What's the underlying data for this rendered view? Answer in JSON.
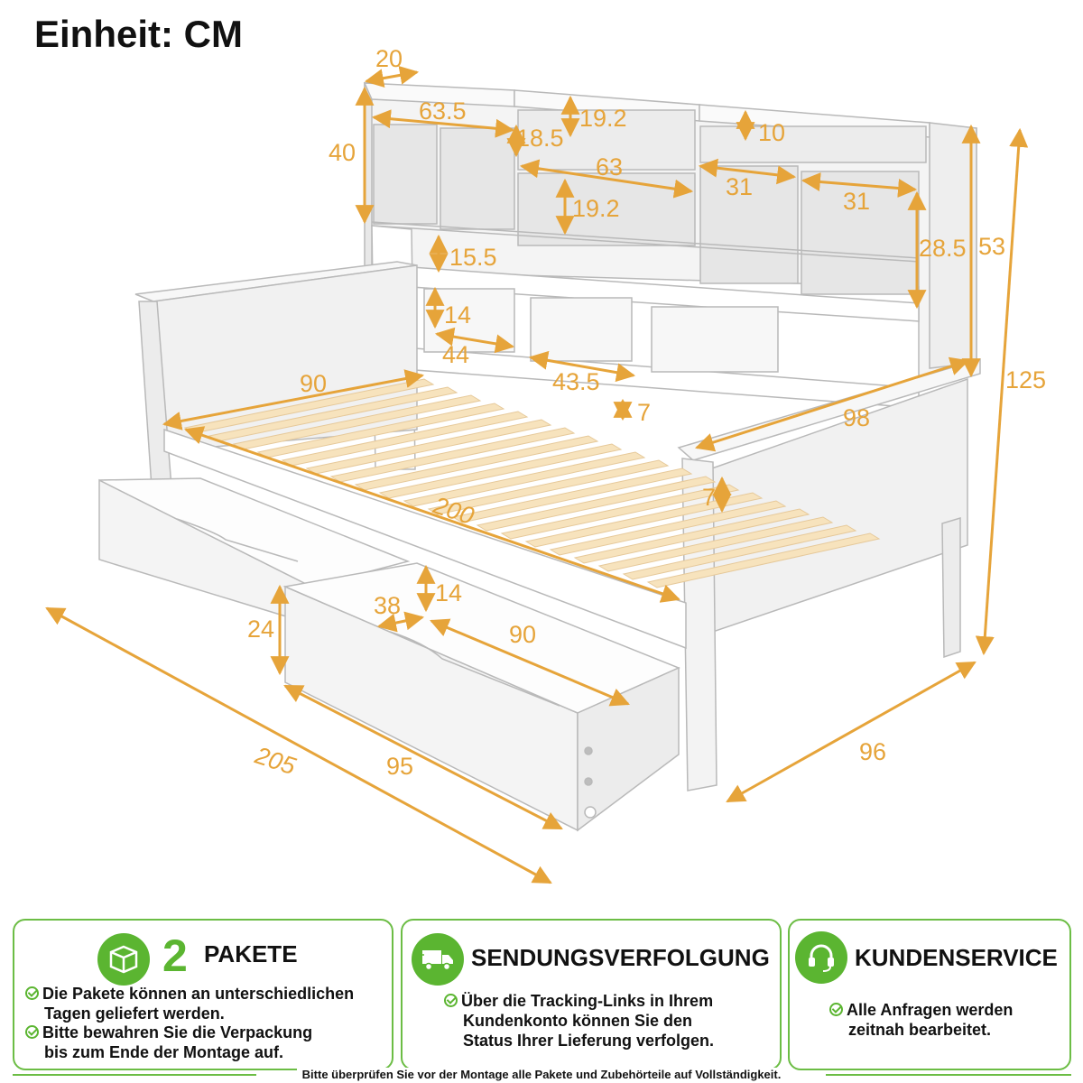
{
  "unit_title": "Einheit: CM",
  "colors": {
    "dimension": "#e6a43a",
    "accent": "#5bb531",
    "border": "#6cbd45"
  },
  "dimensions": {
    "shelf_depth": "20",
    "shelf_left_width": "63.5",
    "shelf_top_height_a": "19.2",
    "shelf_side_height": "18.5",
    "shelf_right_top_height": "10",
    "shelf_height_left": "40",
    "shelf_mid_width": "63",
    "shelf_right_compartment_a": "31",
    "shelf_right_compartment_b": "31",
    "shelf_mid_height_b": "19.2",
    "shelf_bottom_gap": "15.5",
    "shelf_inner_height": "28.5",
    "shelf_total_height": "53",
    "backrest_gap": "14",
    "backrest_panel_a": "44",
    "backrest_panel_b": "43.5",
    "rail_gap": "7",
    "frame_height": "125",
    "slat_width": "90",
    "side_depth": "98",
    "slat_length": "200",
    "foot_gap": "7",
    "drawer_height_inner": "14",
    "drawer_wall": "38",
    "drawer_inner_length": "90",
    "drawer_height": "24",
    "total_length": "205",
    "drawer_length": "95",
    "total_width": "96"
  },
  "cards": [
    {
      "number": "2",
      "title": "PAKETE",
      "icon": "package-box-icon",
      "lines": [
        {
          "text": "Die Pakete können an unterschiedlichen",
          "check": true
        },
        {
          "text": "Tagen geliefert werden.",
          "check": false
        },
        {
          "text": "Bitte bewahren Sie die Verpackung",
          "check": true
        },
        {
          "text": "bis zum Ende der Montage auf.",
          "check": false
        }
      ]
    },
    {
      "title": "SENDUNGSVERFOLGUNG",
      "icon": "delivery-truck-icon",
      "lines": [
        {
          "text": "Über die Tracking-Links in Ihrem",
          "check": true
        },
        {
          "text": "Kundenkonto können Sie den",
          "check": false
        },
        {
          "text": "Status Ihrer Lieferung verfolgen.",
          "check": false
        }
      ]
    },
    {
      "title": "KUNDENSERVICE",
      "icon": "headset-icon",
      "lines": [
        {
          "text": "Alle Anfragen werden",
          "check": true
        },
        {
          "text": "zeitnah bearbeitet.",
          "check": false
        }
      ]
    }
  ],
  "footer_note": "Bitte überprüfen Sie vor der Montage alle Pakete und Zubehörteile auf Vollständigkeit."
}
